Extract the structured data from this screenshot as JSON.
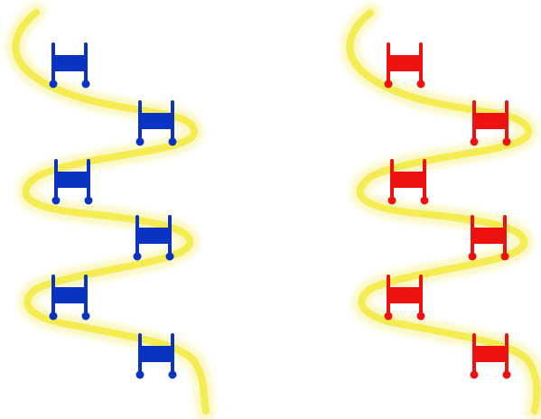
{
  "colors": {
    "background": "#ffffff",
    "ribbon": "#f4ec52",
    "ribbon_glow": "#fbf8c6",
    "left_group": "#0a33c4",
    "right_group": "#ee1111"
  },
  "left_group": {
    "color_role": "blue",
    "molecule_count": 6
  },
  "right_group": {
    "color_role": "red",
    "molecule_count": 6
  }
}
